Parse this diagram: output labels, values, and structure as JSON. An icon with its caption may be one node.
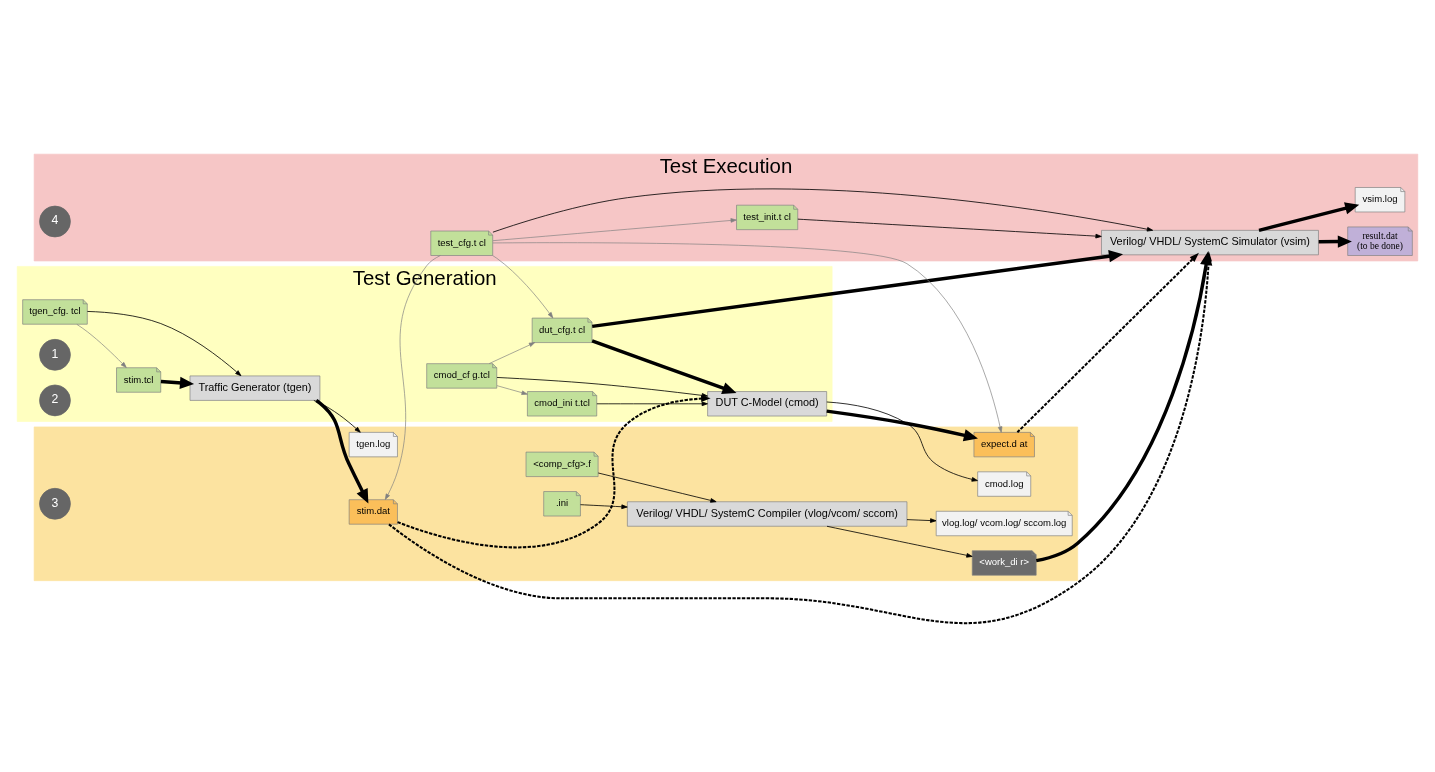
{
  "diagram": {
    "nodes": [
      {
        "text": [
          "Test Generation"
        ]
      },
      {
        "text": [
          "stim.tcl"
        ],
        "in": 0
      },
      {
        "text": [
          "tgen_cfg. tcl"
        ],
        "in": 0
      },
      {
        "text": [
          "Traffic Generator (tgen)"
        ],
        "in": 0
      },
      {
        "text": [
          "1"
        ],
        "in": 0
      },
      {
        "text": [
          "DUT C-Model (cmod)"
        ],
        "in": 0
      },
      {
        "text": [
          "2"
        ],
        "in": 0
      },
      {
        "text": [
          "dut_cfg.t cl"
        ],
        "in": 0
      },
      {
        "text": [
          "cmod_cf g.tcl"
        ],
        "in": 0
      },
      {
        "text": [
          "cmod_ini t.tcl"
        ],
        "in": 0
      },
      {
        "text": [],
        "shape": "band"
      },
      {
        "text": [
          "stim.dat"
        ],
        "in": 10
      },
      {
        "text": [
          "tgen.log"
        ],
        "in": 10
      },
      {
        "text": [
          "expect.d at"
        ],
        "in": 10
      },
      {
        "text": [
          "cmod.log"
        ],
        "in": 10
      },
      {
        "text": [
          "<comp_cfg>.f"
        ],
        "in": 10
      },
      {
        "text": [
          "Verilog/ VHDL/ SystemC Compiler (vlog/vcom/ sccom)"
        ],
        "in": 10
      },
      {
        "text": [
          "3"
        ],
        "in": 10
      },
      {
        "text": [
          "<work_di r>"
        ],
        "in": 10
      },
      {
        "text": [
          "vlog.log/ vcom.log/ sccom.log"
        ],
        "in": 10
      },
      {
        "text": [
          ".ini"
        ],
        "in": 10
      },
      {
        "text": [
          "Test Execution"
        ]
      },
      {
        "text": [
          "test_cfg.t cl"
        ],
        "in": 21
      },
      {
        "text": [
          "test_init.t cl"
        ],
        "in": 21
      },
      {
        "text": [
          "Verilog/ VHDL/ SystemC Simulator (vsim)"
        ],
        "in": 21
      },
      {
        "text": [
          "result.dat",
          "(to be done)"
        ],
        "in": 21
      },
      {
        "text": [
          "vsim.log"
        ],
        "in": 21
      },
      {
        "text": [
          "4"
        ],
        "in": 21
      }
    ],
    "edges": [
      {
        "from": 2,
        "to": 1,
        "arrow": "to",
        "color": "#808080"
      },
      {
        "from": 1,
        "to": 3,
        "arrow": "to",
        "style": "thick"
      },
      {
        "from": 2,
        "to": 3,
        "arrow": "to"
      },
      {
        "from": 3,
        "to": 11,
        "arrow": "to",
        "style": "thick"
      },
      {
        "from": 3,
        "to": 12,
        "arrow": "to"
      },
      {
        "from": 11,
        "to": 24,
        "arrow": "to",
        "style": "dashed"
      },
      {
        "from": 11,
        "to": 5,
        "arrow": "to",
        "style": "dashed"
      },
      {
        "from": 22,
        "to": 11,
        "arrow": "to",
        "color": "#808080"
      },
      {
        "from": 22,
        "to": 23,
        "arrow": "to",
        "color": "#808080"
      },
      {
        "from": 22,
        "to": 13,
        "arrow": "to",
        "color": "#808080"
      },
      {
        "from": 22,
        "to": 7,
        "arrow": "to",
        "color": "#808080"
      },
      {
        "from": 5,
        "to": 13,
        "arrow": "to",
        "style": "thick"
      },
      {
        "from": 5,
        "to": 14,
        "arrow": "to"
      },
      {
        "from": 13,
        "to": 24,
        "arrow": "to",
        "style": "dashed"
      },
      {
        "from": 7,
        "to": 5,
        "arrow": "to",
        "style": "thick"
      },
      {
        "from": 7,
        "to": 24,
        "arrow": "to",
        "style": "thick"
      },
      {
        "from": 8,
        "to": 5,
        "arrow": "to"
      },
      {
        "from": 9,
        "to": 5,
        "arrow": "to"
      },
      {
        "from": 8,
        "to": 7,
        "arrow": "to",
        "color": "#808080"
      },
      {
        "from": 8,
        "to": 9,
        "arrow": "to",
        "color": "#808080"
      },
      {
        "from": 22,
        "to": 24,
        "arrow": "to"
      },
      {
        "from": 23,
        "to": 24,
        "arrow": "to"
      },
      {
        "from": 24,
        "to": 25,
        "arrow": "to",
        "style": "thick"
      },
      {
        "from": 24,
        "to": 26,
        "arrow": "to",
        "style": "thick"
      },
      {
        "from": 15,
        "to": 16,
        "arrow": "to"
      },
      {
        "from": 20,
        "to": 16,
        "arrow": "to"
      },
      {
        "from": 16,
        "to": 18,
        "arrow": "to"
      },
      {
        "from": 16,
        "to": 19,
        "arrow": "to"
      },
      {
        "from": 18,
        "to": 24,
        "arrow": "to",
        "style": "thick"
      }
    ]
  }
}
